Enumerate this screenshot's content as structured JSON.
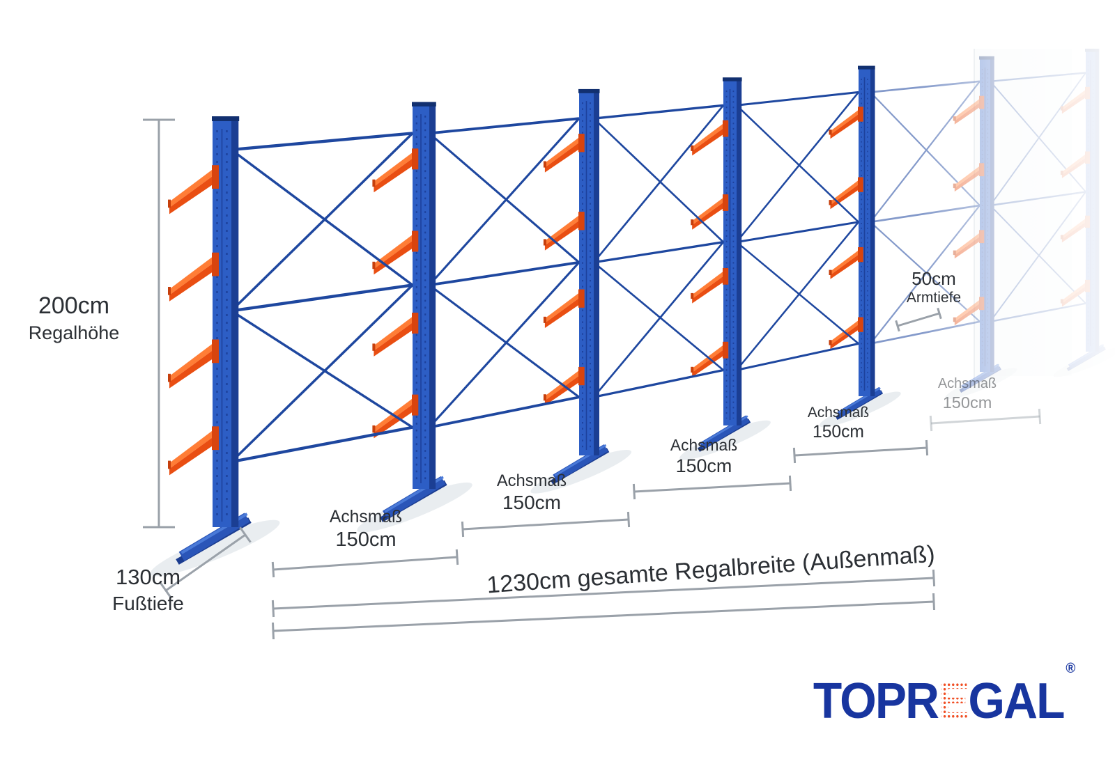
{
  "dimensions": {
    "height": {
      "value": "200cm",
      "label": "Regalhöhe"
    },
    "foot_depth": {
      "value": "130cm",
      "label": "Fußtiefe"
    },
    "arm_depth": {
      "value": "50cm",
      "label": "Armtiefe"
    },
    "axis": {
      "label": "Achsmaß",
      "value": "150cm"
    },
    "total_width": {
      "text": "1230cm gesamte Regalbreite (Außenmaß)"
    }
  },
  "rack": {
    "kind": "single-sided cantilever rack",
    "uprights_visible": 5,
    "arm_levels_per_upright": 4,
    "axis_segments_labelled": 5
  },
  "colors": {
    "post_blue": "#2d5ec5",
    "post_side_blue": "#1b3e93",
    "brace_blue": "#1e479f",
    "arm_orange_top": "#ff7d36",
    "arm_orange_side": "#e94e12",
    "dimension_gray": "#9aa1a9",
    "text_dark": "#2b2f34",
    "logo_blue": "#18359f",
    "logo_dot_orange": "#f04e23"
  },
  "logo": {
    "part1": "TOPR",
    "accent_letter": "E",
    "part2": "GAL",
    "registered": "®"
  }
}
